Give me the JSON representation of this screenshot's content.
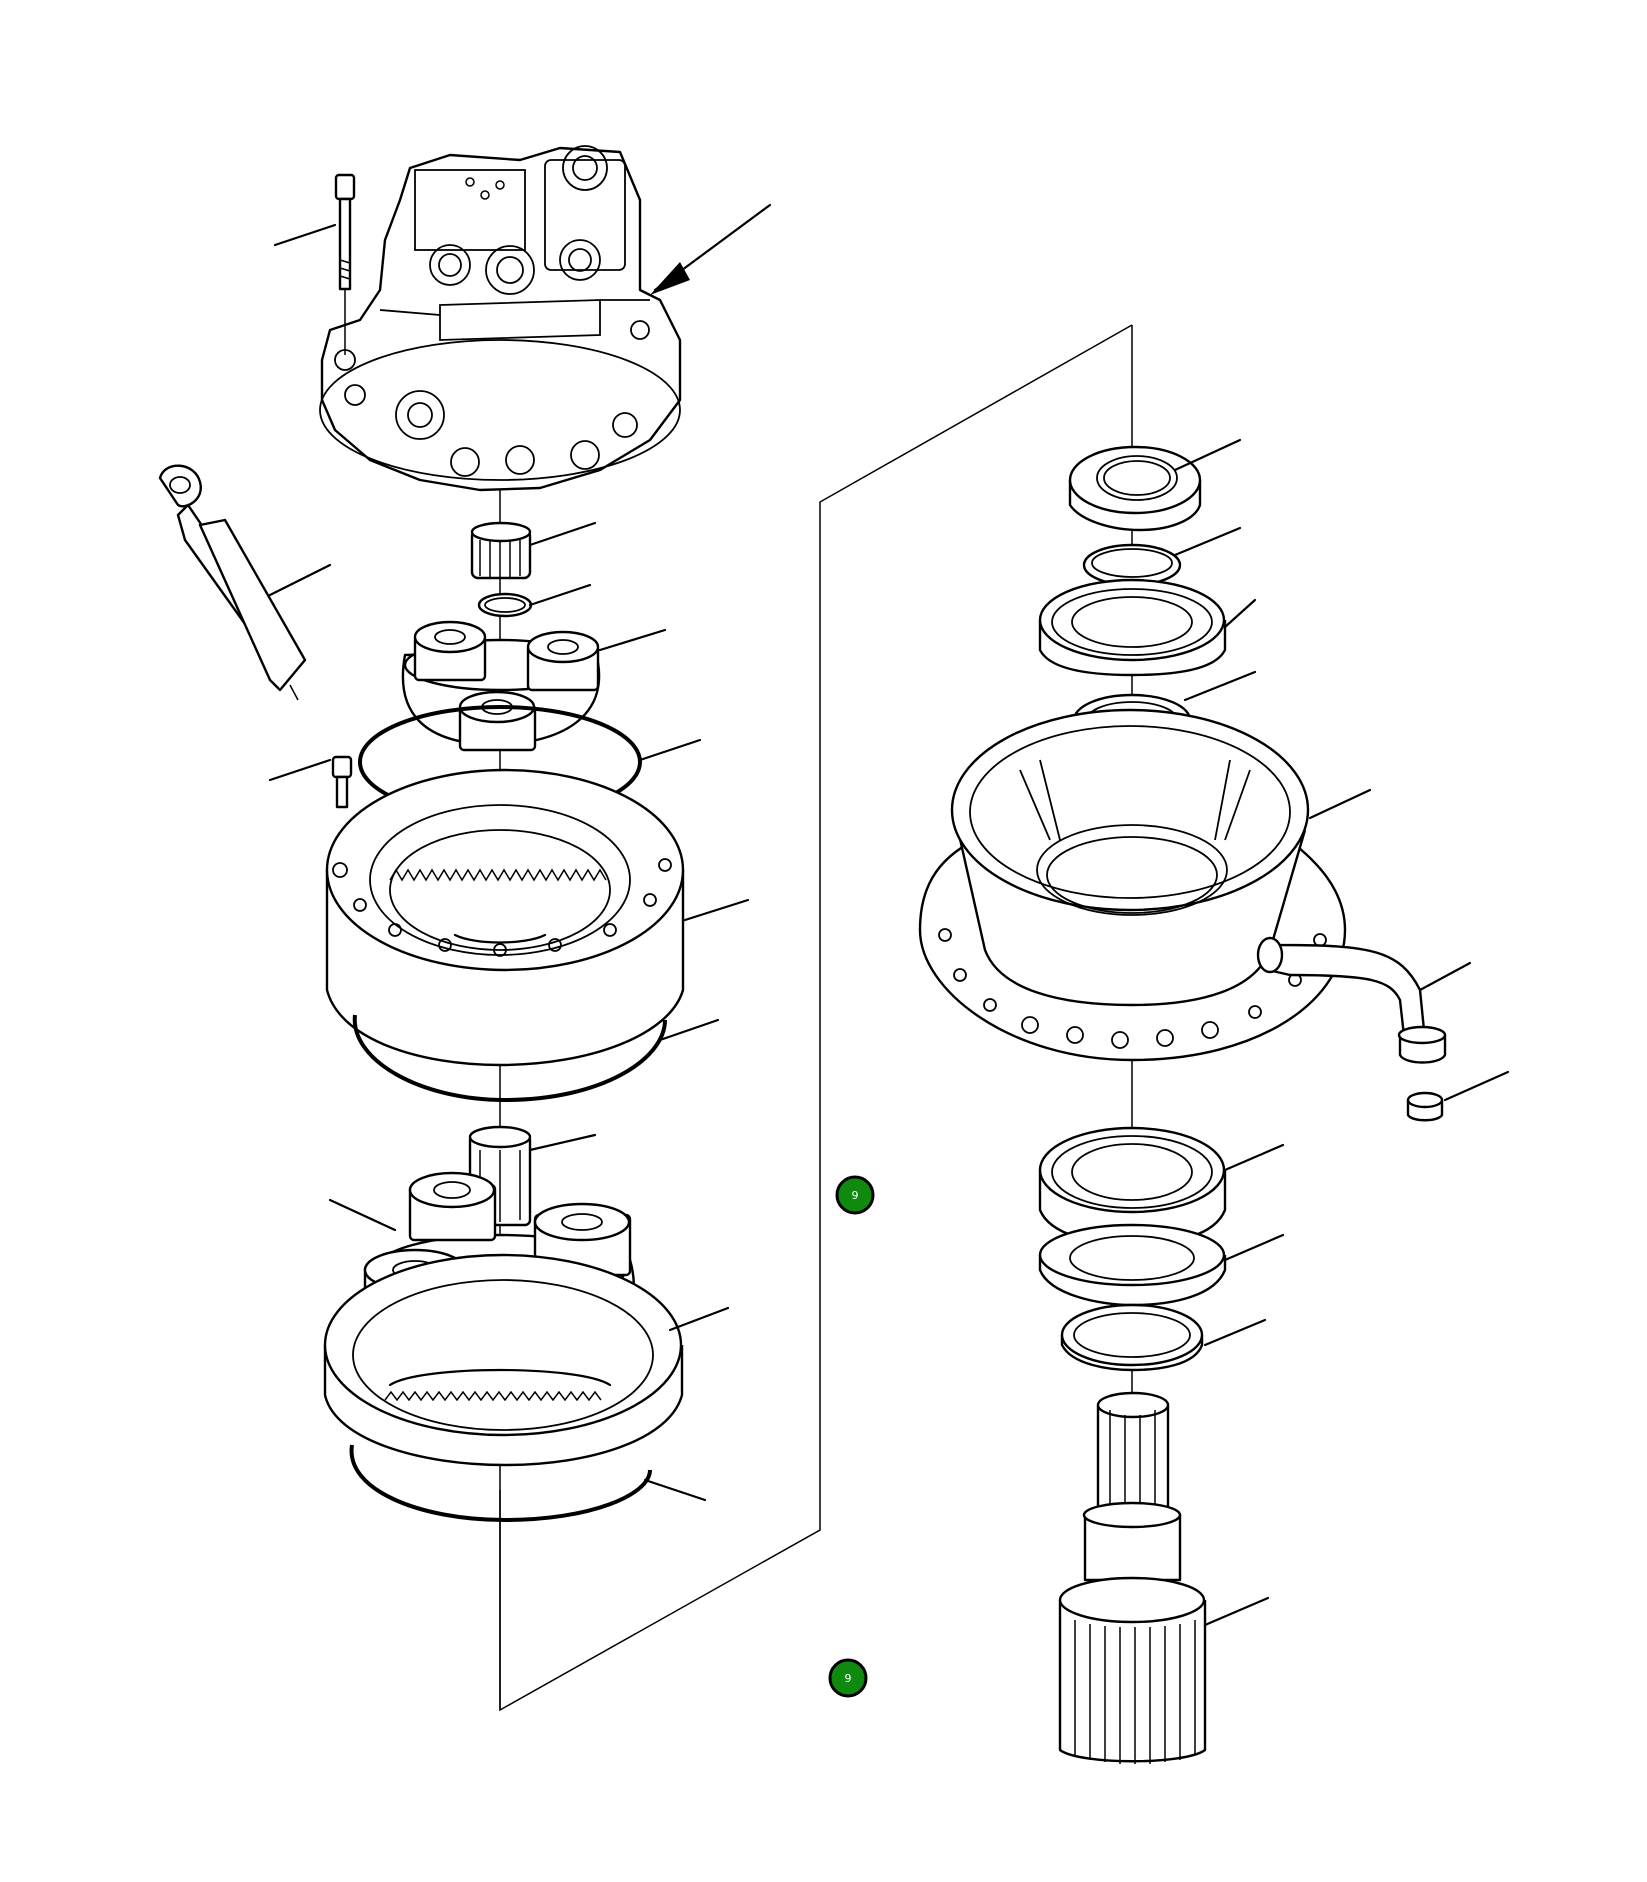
{
  "colors": {
    "line": "#000000",
    "background": "#ffffff",
    "callout_fill": "#0f8a0f",
    "callout_text": "#ffffff"
  },
  "callouts": [
    {
      "id": "callout-upper",
      "label": "9"
    },
    {
      "id": "callout-lower",
      "label": "9"
    }
  ]
}
